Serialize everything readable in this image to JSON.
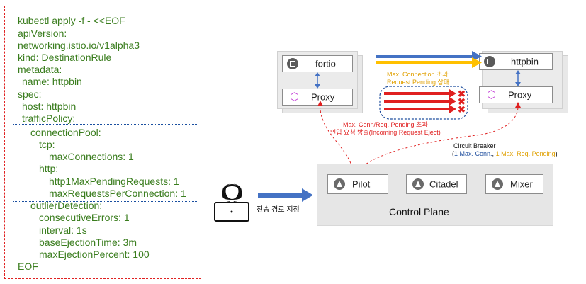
{
  "yaml": {
    "lines": [
      "kubectl apply -f - <<EOF",
      "apiVersion:",
      "networking.istio.io/v1alpha3",
      "kind: DestinationRule",
      "metadata:",
      "name: httpbin",
      "spec:",
      "host: httpbin",
      "trafficPolicy:",
      "connectionPool:",
      "tcp:",
      "maxConnections: 1",
      "http:",
      "http1MaxPendingRequests: 1",
      "maxRequestsPerConnection: 1",
      "outlierDetection:",
      "consecutiveErrors: 1",
      "interval: 1s",
      "baseEjectionTime: 3m",
      "maxEjectionPercent: 100",
      "EOF"
    ]
  },
  "services": {
    "left": {
      "app": "fortio",
      "proxy": "Proxy"
    },
    "right": {
      "app": "httpbin",
      "proxy": "Proxy"
    }
  },
  "annotations": {
    "exceed_line1": "Max. Connection 초과",
    "exceed_line2": "Request Pending 상태",
    "eject_line1": "Max. Conn/Req. Pending 초과",
    "eject_line2": "인입 요청 방출(Incoming Request Eject)",
    "cb_title": "Circuit Breaker",
    "cb_open": "(",
    "cb_max_conn": "1 Max. Conn.",
    "cb_sep": ",",
    "cb_max_pending": "1 Max. Req. Pending",
    "cb_close": ")"
  },
  "control_plane": {
    "title": "Control Plane",
    "components": [
      "Pilot",
      "Citadel",
      "Mixer"
    ]
  },
  "operator": {
    "route_label": "전송 경로 지정"
  },
  "colors": {
    "code_text": "#3a7d1e",
    "code_border": "#e02020",
    "blue_arrow": "#4472c4",
    "orange_arrow": "#ffc000",
    "red_arrow": "#e02020",
    "anno_orange": "#e0a000",
    "anno_red": "#e02020",
    "cb_blue": "#1f4e9e"
  }
}
